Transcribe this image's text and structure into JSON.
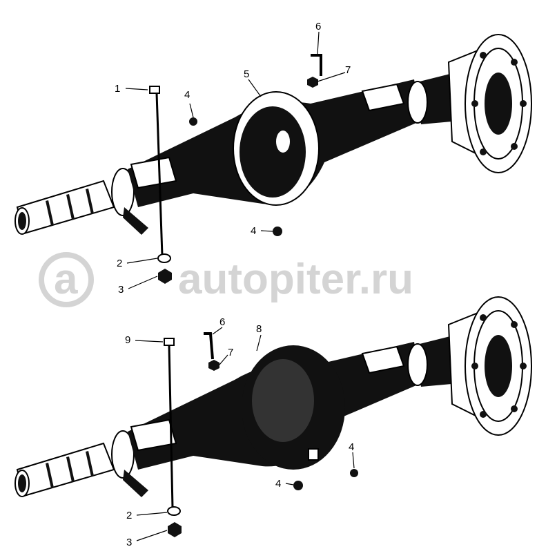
{
  "watermark": {
    "text": "autopiter.ru",
    "logo_text": "a"
  },
  "upper_assembly": {
    "callouts": {
      "bolt": "1",
      "housing": "5",
      "nut_top": "4",
      "breather": "6",
      "breather_nut": "7",
      "nut_bottom": "4",
      "washer": "2",
      "nut": "3"
    }
  },
  "lower_assembly": {
    "callouts": {
      "bolt": "9",
      "breather": "6",
      "breather_nut": "7",
      "housing": "8",
      "nut_right": "4",
      "nut_bottom": "4",
      "washer": "2",
      "nut": "3"
    }
  }
}
